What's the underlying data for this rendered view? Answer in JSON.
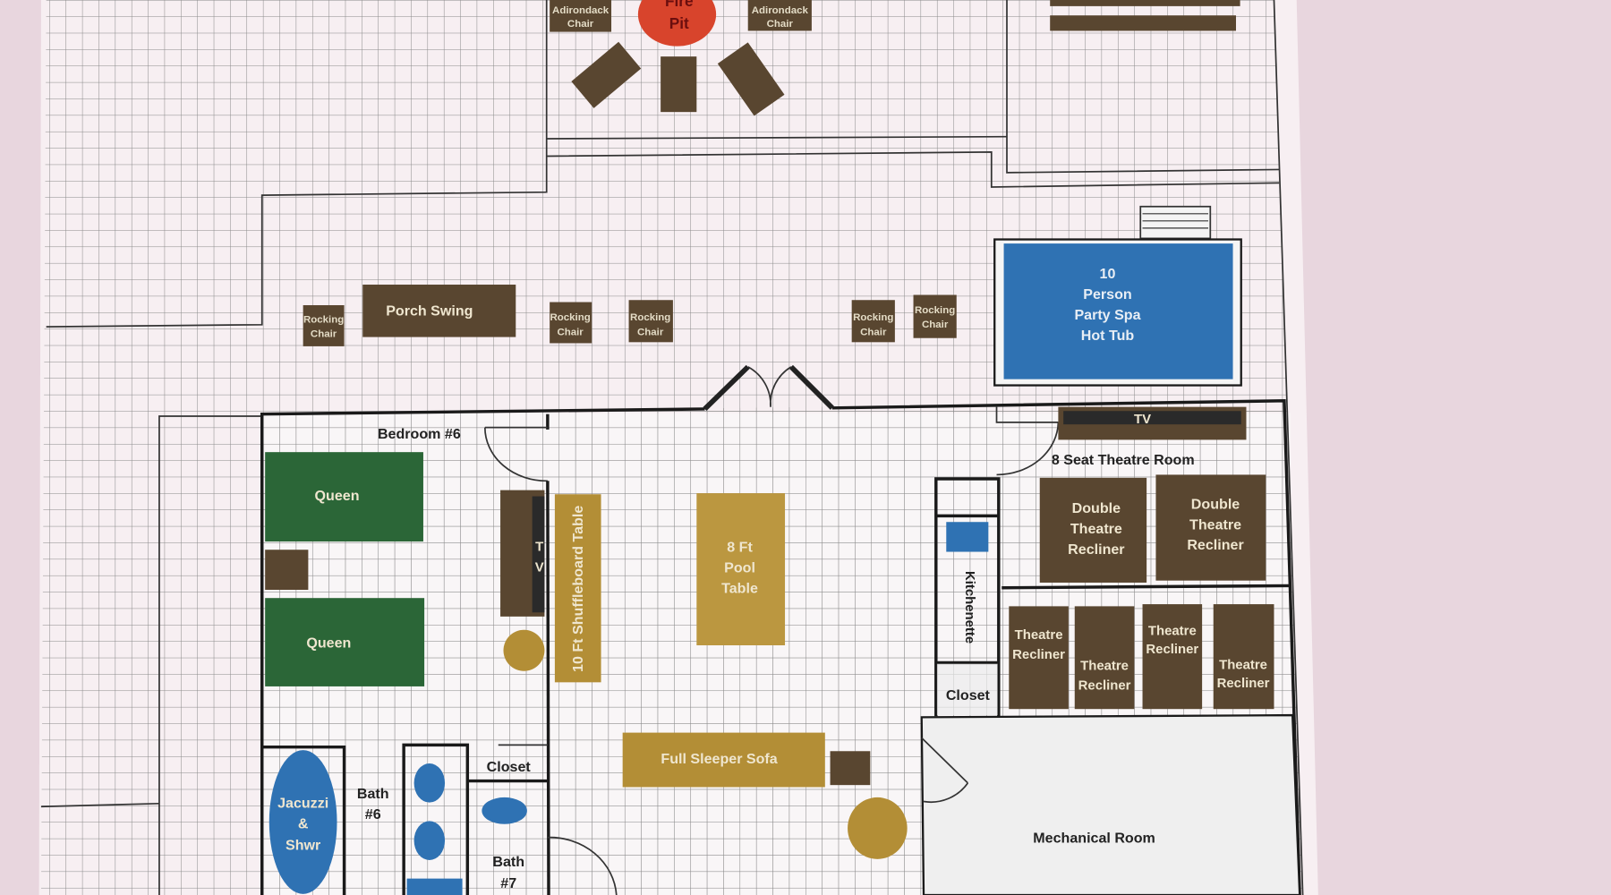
{
  "outdoor": {
    "adirondack_left": [
      "Adirondack",
      "Chair"
    ],
    "adirondack_right": [
      "Adirondack",
      "Chair"
    ],
    "fire_pit": [
      "Fire",
      "Pit"
    ],
    "porch_swing": "Porch Swing",
    "rocking_chairs": [
      [
        "Rocking",
        "Chair"
      ],
      [
        "Rocking",
        "Chair"
      ],
      [
        "Rocking",
        "Chair"
      ],
      [
        "Rocking",
        "Chair"
      ],
      [
        "Rocking",
        "Chair"
      ]
    ],
    "hot_tub": [
      "10",
      "Person",
      "Party Spa",
      "Hot Tub"
    ]
  },
  "bedroom": {
    "title": "Bedroom #6",
    "beds": [
      "Queen",
      "Queen"
    ],
    "tv": [
      "T",
      "V"
    ]
  },
  "game_room": {
    "shuffleboard": "10 Ft  Shuffleboard Table",
    "pool_table": [
      "8 Ft",
      "Pool",
      "Table"
    ],
    "sofa": "Full Sleeper Sofa",
    "kitchenette": "Kitchenette",
    "closet": "Closet"
  },
  "theatre": {
    "title": "8 Seat Theatre Room",
    "tv": "TV",
    "double_recliners": [
      [
        "Double",
        "Theatre",
        "Recliner"
      ],
      [
        "Double",
        "Theatre",
        "Recliner"
      ]
    ],
    "recliners": [
      [
        "Theatre",
        "Recliner"
      ],
      [
        "Theatre",
        "Recliner"
      ],
      [
        "Theatre",
        "Recliner"
      ],
      [
        "Theatre",
        "Recliner"
      ]
    ]
  },
  "baths": {
    "jacuzzi": [
      "Jacuzzi",
      "&",
      "Shwr"
    ],
    "bath6": [
      "Bath",
      "#6"
    ],
    "closet": "Closet",
    "bath7": [
      "Bath",
      "#7"
    ]
  },
  "mechanical": "Mechanical Room"
}
